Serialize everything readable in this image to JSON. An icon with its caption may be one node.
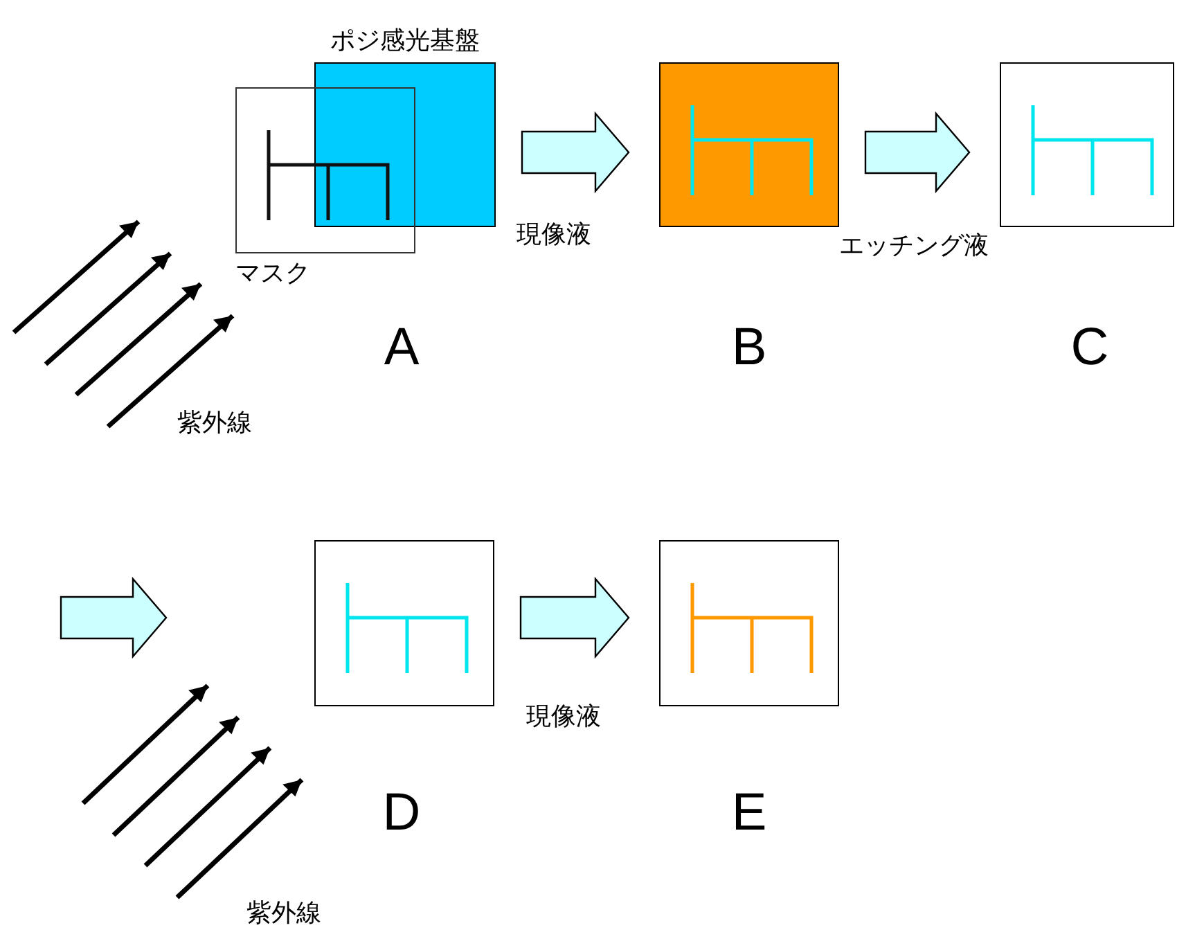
{
  "diagram": {
    "nodes": [
      {
        "text": [
          "マスク"
        ]
      },
      {
        "text": [
          "ポジ感光基盤"
        ]
      },
      {
        "text": [],
        "shape": "box"
      },
      {
        "text": [],
        "shape": "box"
      },
      {
        "text": [],
        "shape": "box"
      },
      {
        "text": [],
        "shape": "box"
      }
    ],
    "edges": [
      {
        "from": 1,
        "to": 2,
        "arrow": "to",
        "label": "現像液"
      },
      {
        "from": 2,
        "to": 3,
        "arrow": "to",
        "label": "エッチング液"
      },
      {
        "from": 4,
        "to": 5,
        "arrow": "to",
        "label": "現像液"
      }
    ],
    "labels": [
      "A",
      "B",
      "C",
      "紫外線",
      "D",
      "E",
      "紫外線"
    ]
  }
}
